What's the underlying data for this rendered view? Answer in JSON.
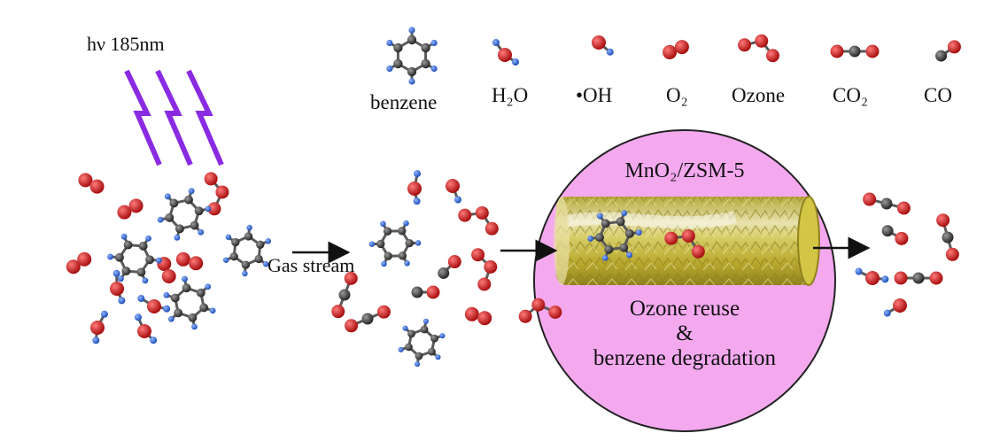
{
  "diagram": {
    "uv_label": "hν  185nm",
    "legend": [
      {
        "molecule": "benzene",
        "label": "benzene"
      },
      {
        "molecule": "water",
        "label": "H₂O"
      },
      {
        "molecule": "hydroxyl",
        "label": "•OH"
      },
      {
        "molecule": "oxygen",
        "label": "O₂"
      },
      {
        "molecule": "ozone",
        "label": "Ozone"
      },
      {
        "molecule": "carbon-dioxide",
        "label": "CO₂"
      },
      {
        "molecule": "carbon-monoxide",
        "label": "CO"
      }
    ],
    "gas_stream_label": "Gas stream",
    "catalyst_label": "MnO₂/ZSM-5",
    "process_line1": "Ozone reuse",
    "process_line2": "&",
    "process_line3": "benzene degradation"
  },
  "colors": {
    "uv_light": "#8a2be2",
    "catalyst_sphere": "#f4a9ef",
    "catalyst_tube": "#c8b83a",
    "oxygen_atom": "#d41e1e",
    "carbon_atom": "#3a3a3a",
    "hydrogen_atom": "#3a6fd8"
  }
}
